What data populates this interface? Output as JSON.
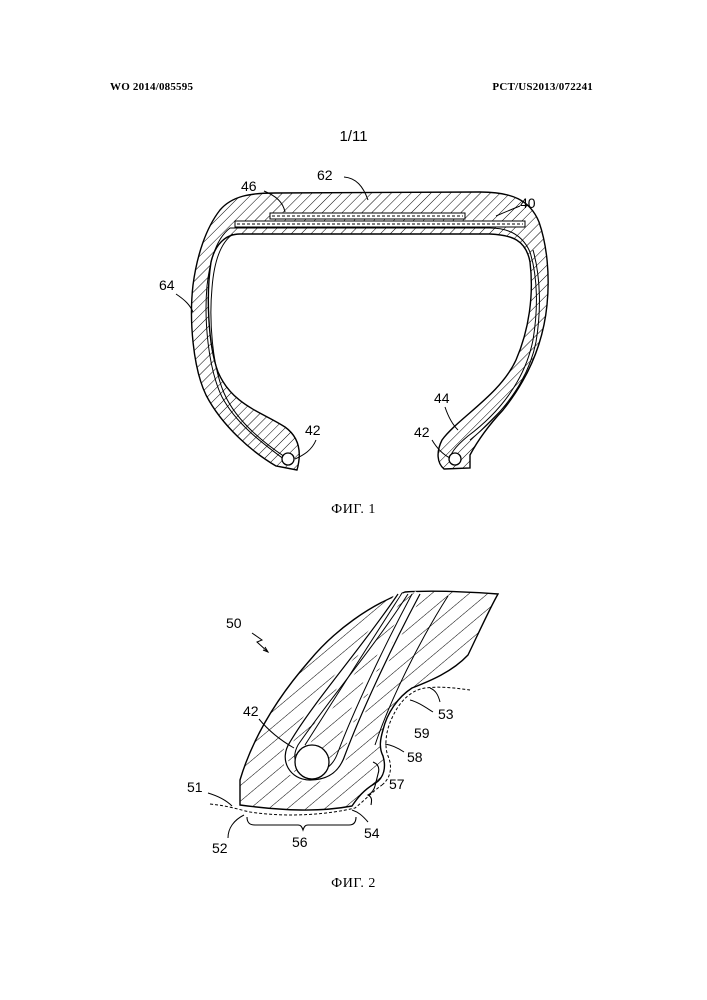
{
  "header": {
    "publication_number": "WO 2014/085595",
    "application_number": "PCT/US2013/072241"
  },
  "sheet_number": "1/11",
  "figure1": {
    "caption": "ФИГ. 1",
    "refs": {
      "r46": "46",
      "r62": "62",
      "r40": "40",
      "r64": "64",
      "r44": "44",
      "r42a": "42",
      "r42b": "42"
    }
  },
  "figure2": {
    "caption": "ФИГ. 2",
    "refs": {
      "r50": "50",
      "r42": "42",
      "r53": "53",
      "r59": "59",
      "r58": "58",
      "r57": "57",
      "r51": "51",
      "r52": "52",
      "r56": "56",
      "r54": "54"
    }
  }
}
